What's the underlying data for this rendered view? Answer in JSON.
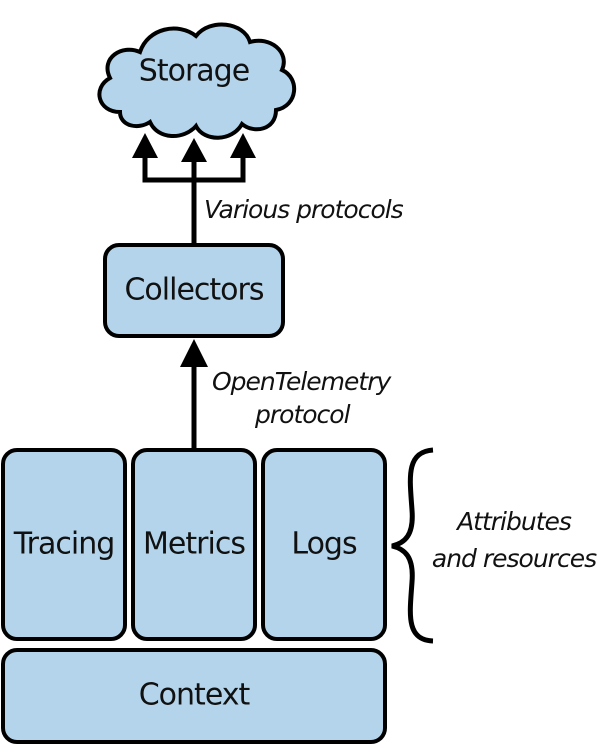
{
  "diagram": {
    "storage": {
      "label": "Storage",
      "shape": "cloud"
    },
    "collectors": {
      "label": "Collectors"
    },
    "signals": [
      {
        "label": "Tracing"
      },
      {
        "label": "Metrics"
      },
      {
        "label": "Logs"
      }
    ],
    "context": {
      "label": "Context"
    },
    "edges": [
      {
        "from": "collectors",
        "to": "storage",
        "label": "Various protocols",
        "arrowheads": 3
      },
      {
        "from": "signals",
        "to": "collectors",
        "label_lines": [
          "OpenTelemetry",
          "protocol"
        ]
      }
    ],
    "brace_annotation": {
      "lines": [
        "Attributes",
        "and resources"
      ]
    },
    "colors": {
      "fill": "#b3d4ea",
      "stroke": "#000000"
    }
  }
}
